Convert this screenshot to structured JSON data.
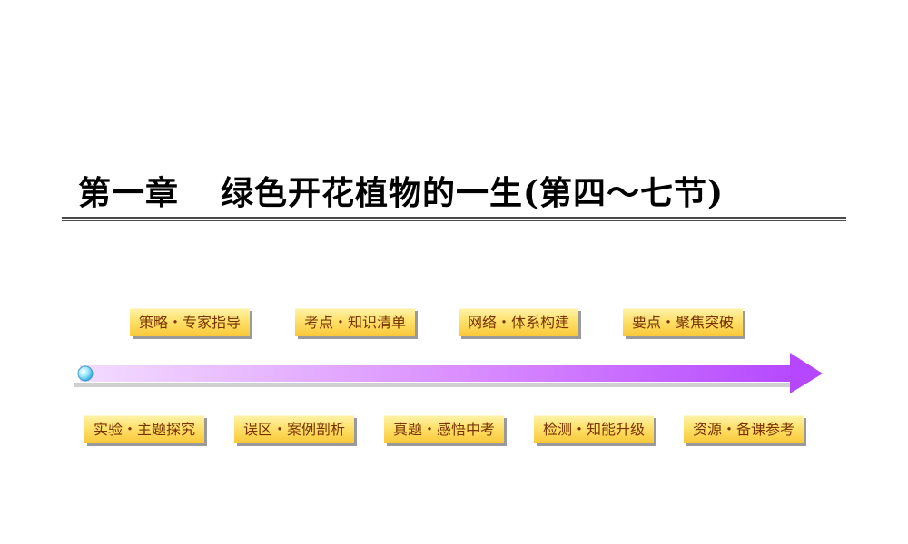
{
  "slide": {
    "title_chapter": "第一章",
    "title_main": "绿色开花植物的一生(第四～七节)"
  },
  "top_nav": [
    {
      "label": "策略・专家指导"
    },
    {
      "label": "考点・知识清单"
    },
    {
      "label": "网络・体系构建"
    },
    {
      "label": "要点・聚焦突破"
    }
  ],
  "bottom_nav": [
    {
      "label": "实验・主题探究"
    },
    {
      "label": "误区・案例剖析"
    },
    {
      "label": "真题・感悟中考"
    },
    {
      "label": "检测・知能升级"
    },
    {
      "label": "资源・备课参考"
    }
  ],
  "colors": {
    "arrow_start": "#f2d6ff",
    "arrow_end": "#b548ff",
    "tag_top": "#fff2a6",
    "tag_bottom": "#f8c838",
    "tag_text": "#7a3200"
  }
}
